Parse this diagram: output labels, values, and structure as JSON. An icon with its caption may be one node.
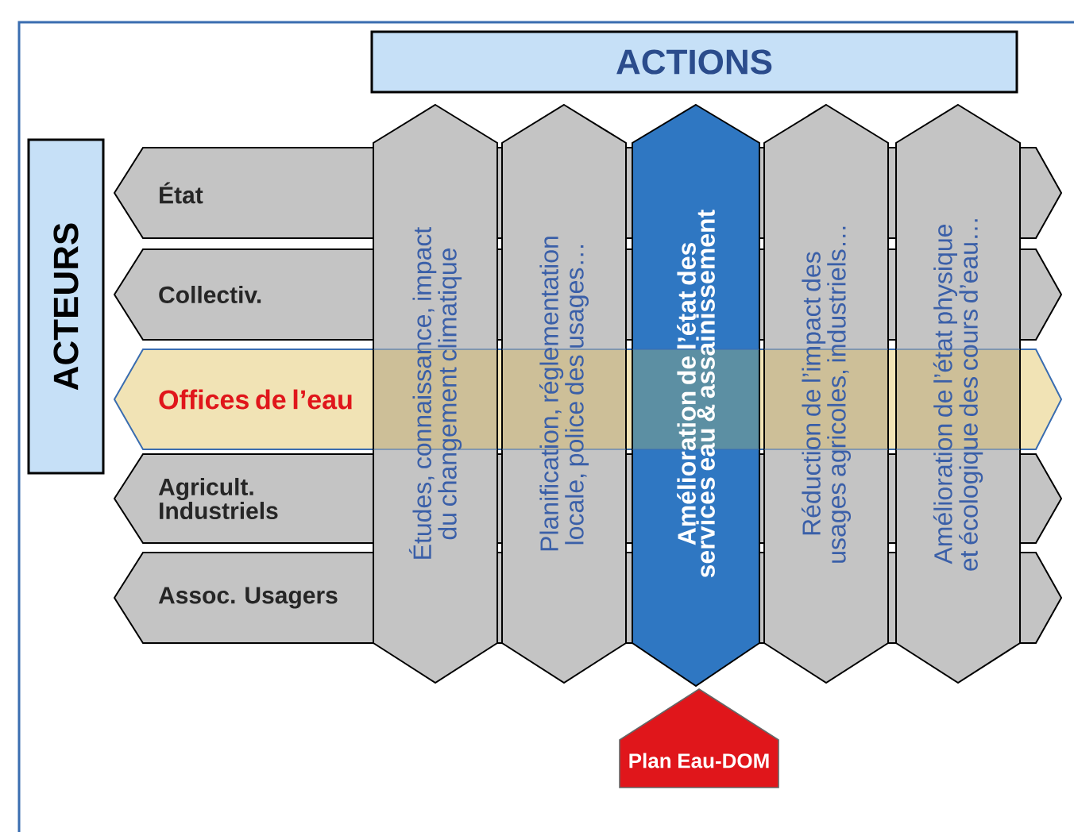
{
  "diagram": {
    "nodes": [
      {
        "text": [
          "ACTIONS"
        ]
      },
      {
        "text": [
          "ACTEURS"
        ]
      },
      {
        "text": [
          "État"
        ]
      },
      {
        "text": [
          "Collectiv."
        ]
      },
      {
        "text": [
          "Offices de l’eau"
        ]
      },
      {
        "text": [
          "Agricult. Industriels"
        ]
      },
      {
        "text": [
          "Assoc. Usagers"
        ]
      },
      {
        "text": [
          "Études, connaissance, impact du changement climatique"
        ]
      },
      {
        "text": [
          "Planification, réglementation locale, police des usages…"
        ]
      },
      {
        "text": [
          "Amélioration de l’état des services eau & assainissement"
        ]
      },
      {
        "text": [
          "Réduction de l’impact des usages agricoles, industriels…"
        ]
      },
      {
        "text": [
          "Amélioration de l’état physique et écologique des cours d’eau…"
        ]
      },
      {
        "text": [
          "Plan Eau-DOM"
        ]
      }
    ]
  }
}
